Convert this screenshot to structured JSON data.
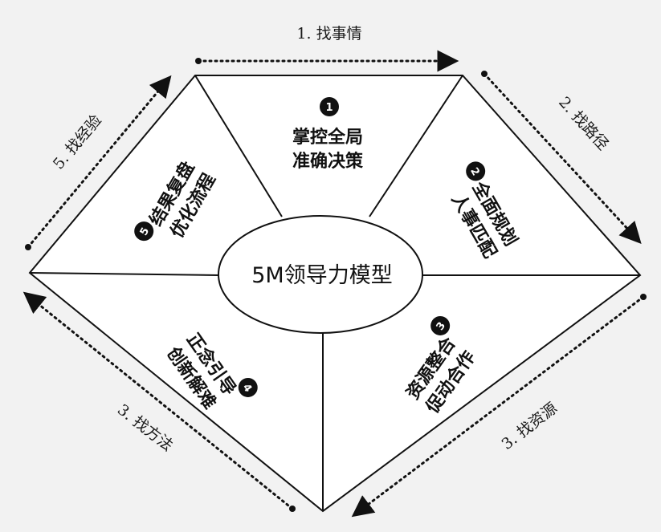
{
  "center": {
    "label": "5M领导力模型"
  },
  "segments": [
    {
      "number": "1",
      "line1": "掌控全局",
      "line2": "准确决策"
    },
    {
      "number": "2",
      "line1": "全面规划",
      "line2": "人事匹配"
    },
    {
      "number": "3",
      "line1": "资源整合",
      "line2": "促动合作"
    },
    {
      "number": "4",
      "line1": "正念引导",
      "line2": "创新解难"
    },
    {
      "number": "5",
      "line1": "结果复盘",
      "line2": "优化流程"
    }
  ],
  "edges": [
    {
      "label": "1. 找事情"
    },
    {
      "label": "2. 找路径"
    },
    {
      "label": "3. 找资源"
    },
    {
      "label": "3. 找方法"
    },
    {
      "label": "5. 找经验"
    }
  ],
  "colors": {
    "background": "#f2f2f2",
    "shape_fill": "#ffffff",
    "stroke": "#111111",
    "badge": "#111111"
  }
}
